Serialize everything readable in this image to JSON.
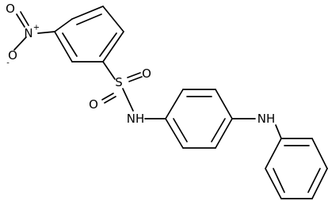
{
  "structure": {
    "atoms": {
      "o_minus": {
        "element": "O",
        "charge": "-"
      },
      "n_plus": {
        "element": "N",
        "charge": "+"
      },
      "o_nitro": {
        "element": "O",
        "charge": ""
      },
      "s_atom": {
        "element": "S",
        "charge": ""
      },
      "o_s_right": {
        "element": "O",
        "charge": ""
      },
      "o_s_bottom": {
        "element": "O",
        "charge": ""
      },
      "nh_sulfonamide": {
        "element": "NH",
        "charge": ""
      },
      "nh_amine": {
        "element": "NH",
        "charge": ""
      }
    }
  }
}
